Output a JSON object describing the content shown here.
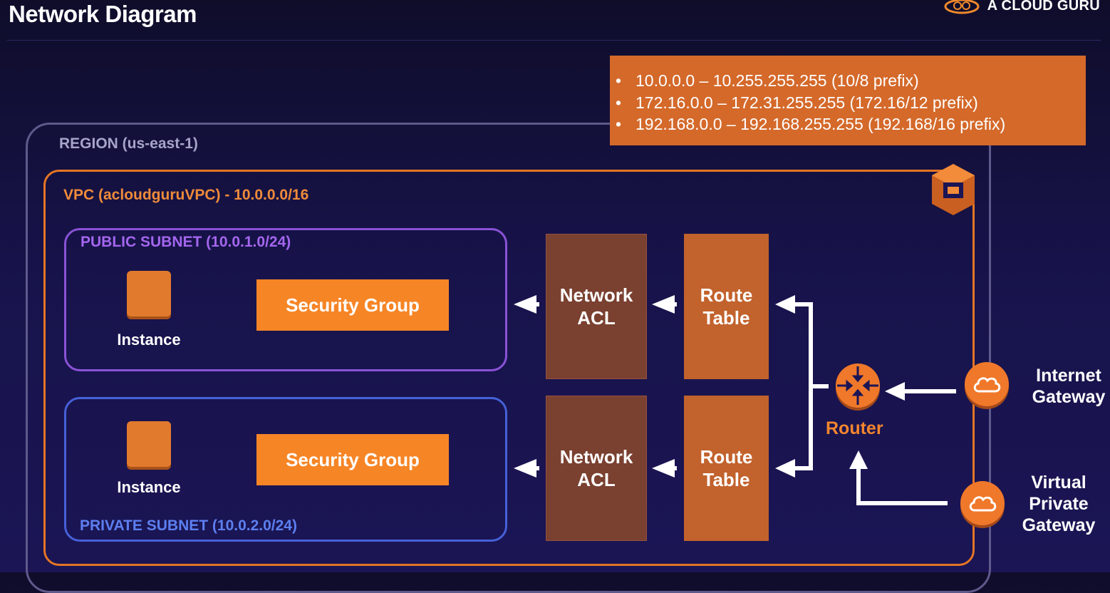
{
  "header": {
    "title": "Network Diagram",
    "brand": "A CLOUD GURU"
  },
  "cidr_ranges": [
    "10.0.0.0 – 10.255.255.255 (10/8 prefix)",
    "172.16.0.0 – 172.31.255.255 (172.16/12 prefix)",
    "192.168.0.0 – 192.168.255.255 (192.168/16 prefix)"
  ],
  "region": {
    "label": "REGION (us-east-1)"
  },
  "vpc": {
    "label": "VPC (acloudguruVPC) - 10.0.0.0/16"
  },
  "public_subnet": {
    "label": "PUBLIC SUBNET (10.0.1.0/24)",
    "instance_label": "Instance",
    "security_group": "Security Group",
    "network_acl": "Network\nACL",
    "route_table": "Route\nTable"
  },
  "private_subnet": {
    "label": "PRIVATE SUBNET (10.0.2.0/24)",
    "instance_label": "Instance",
    "security_group": "Security Group",
    "network_acl": "Network\nACL",
    "route_table": "Route\nTable"
  },
  "router": {
    "label": "Router"
  },
  "internet_gateway": {
    "label": "Internet\nGateway"
  },
  "virtual_private_gateway": {
    "label": "Virtual\nPrivate\nGateway"
  },
  "colors": {
    "background": "#17134a",
    "orange": "#f68526",
    "public_subnet": "#8a52d6",
    "private_subnet": "#4661d8",
    "region_border": "#5e5a8c"
  },
  "icons": [
    "cloud-guru-logo-icon",
    "aws-vpc-icon",
    "router-icon",
    "cloud-icon"
  ]
}
